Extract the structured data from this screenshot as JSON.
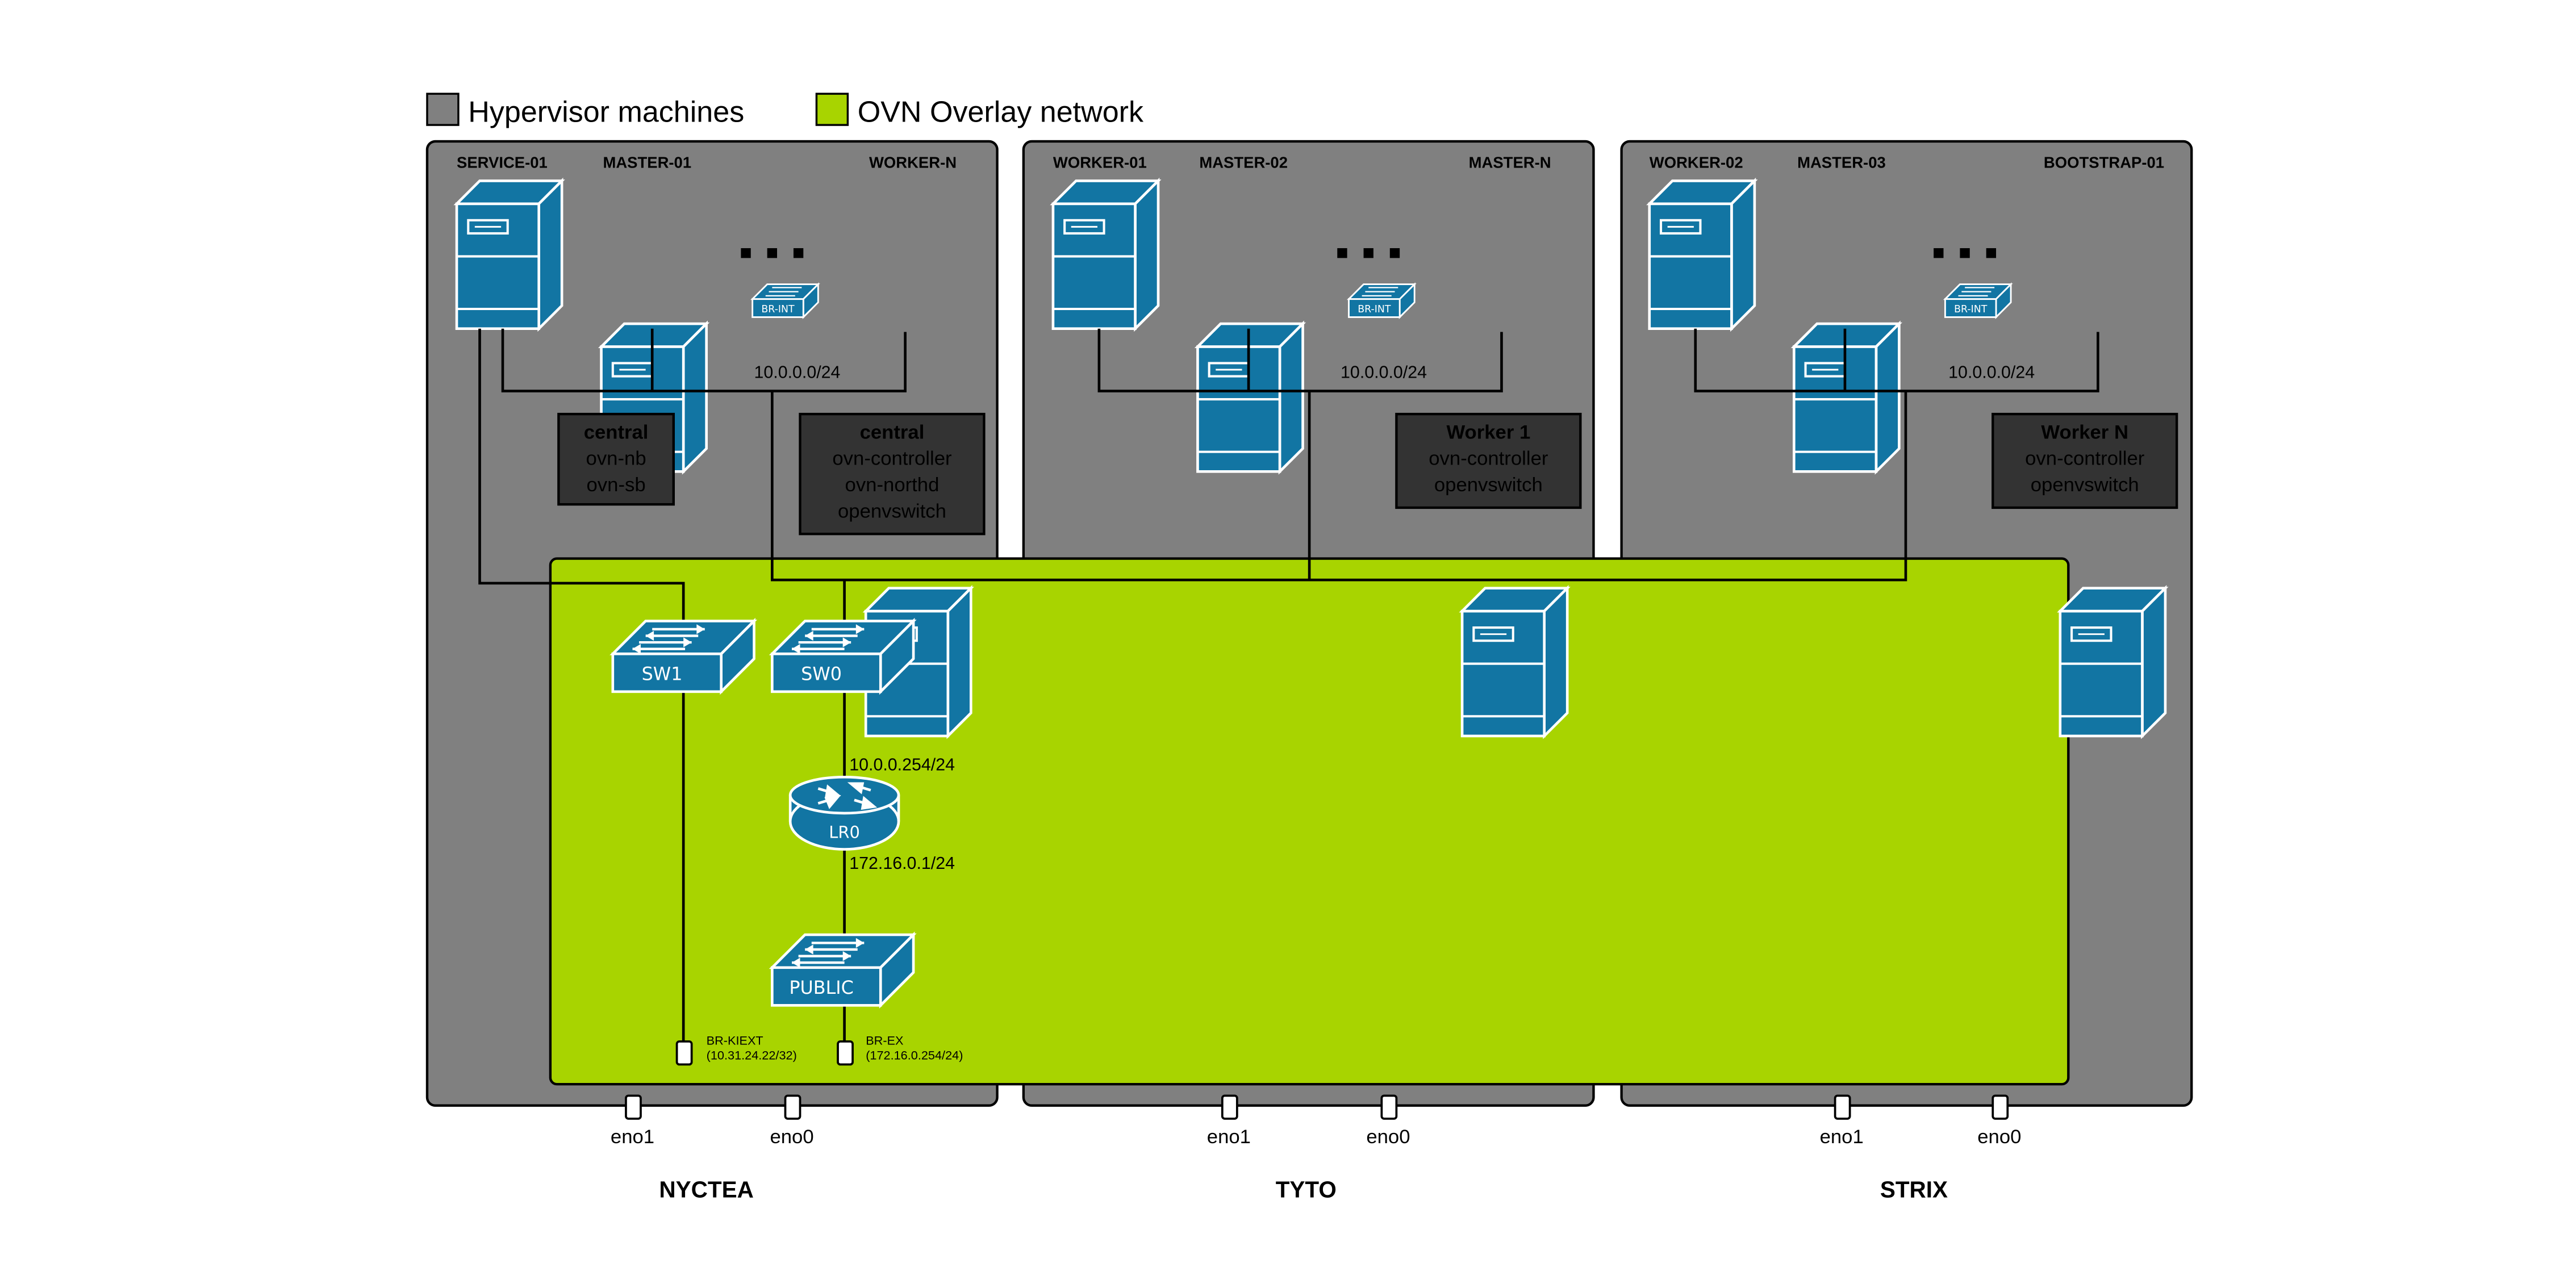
{
  "legend": {
    "hypervisor": {
      "label": "Hypervisor machines",
      "color": "#808080"
    },
    "overlay": {
      "label": "OVN Overlay network",
      "color": "#A8D400"
    }
  },
  "colors": {
    "server": "#1275A3",
    "overlay": "#A8D400",
    "host": "#808080",
    "panel": "#333333"
  },
  "hosts": [
    {
      "name": "NYCTEA",
      "labels": [
        "SERVICE-01",
        "MASTER-01",
        "WORKER-N"
      ],
      "subnet": "10.0.0.0/24",
      "switch_label": "BR-INT",
      "nics": [
        "eno1",
        "eno0"
      ],
      "panel1": {
        "title": "central",
        "lines": [
          "ovn-nb",
          "ovn-sb"
        ]
      },
      "panel2": {
        "title": "central",
        "lines": [
          "ovn-controller",
          "ovn-northd",
          "openvswitch"
        ]
      }
    },
    {
      "name": "TYTO",
      "labels": [
        "WORKER-01",
        "MASTER-02",
        "MASTER-N"
      ],
      "subnet": "10.0.0.0/24",
      "switch_label": "BR-INT",
      "nics": [
        "eno1",
        "eno0"
      ],
      "panel2": {
        "title": "Worker 1",
        "lines": [
          "ovn-controller",
          "openvswitch"
        ]
      }
    },
    {
      "name": "STRIX",
      "labels": [
        "WORKER-02",
        "MASTER-03",
        "BOOTSTRAP-01"
      ],
      "subnet": "10.0.0.0/24",
      "switch_label": "BR-INT",
      "nics": [
        "eno1",
        "eno0"
      ],
      "panel2": {
        "title": "Worker N",
        "lines": [
          "ovn-controller",
          "openvswitch"
        ]
      }
    }
  ],
  "overlay": {
    "sw1": "SW1",
    "sw0": "SW0",
    "router": "LR0",
    "router_top_ip": "10.0.0.254/24",
    "router_bottom_ip": "172.16.0.1/24",
    "public_switch": "PUBLIC",
    "ports": [
      {
        "name": "BR-KIEXT",
        "ip": "(10.31.24.22/32)"
      },
      {
        "name": "BR-EX",
        "ip": "(172.16.0.254/24)"
      }
    ]
  }
}
